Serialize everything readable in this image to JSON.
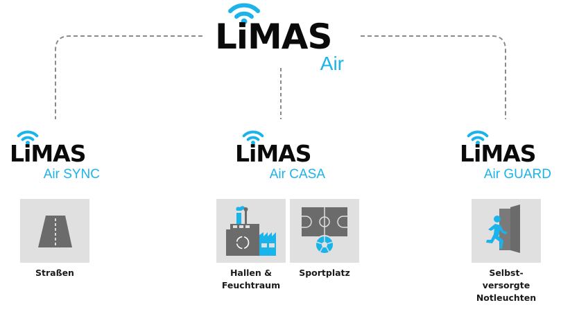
{
  "colors": {
    "accent": "#1ab3ea",
    "text": "#0a0a0a",
    "tile_bg": "#e1e0e0",
    "icon_grey": "#6b6b6b",
    "connector": "#8a8a8a"
  },
  "main_logo": {
    "brand": "LiMAS",
    "product": "Air",
    "icon": "wifi-icon"
  },
  "branches": [
    {
      "brand": "LiMAS",
      "product": "Air SYNC",
      "icon": "wifi-icon",
      "applications": [
        {
          "label": "Straßen",
          "icon": "road-icon"
        }
      ]
    },
    {
      "brand": "LiMAS",
      "product": "Air CASA",
      "icon": "wifi-icon",
      "applications": [
        {
          "label": "Hallen & Feuchtraum",
          "lines": [
            "Hallen &",
            "Feuchtraum"
          ],
          "icon": "factory-icon"
        },
        {
          "label": "Sportplatz",
          "icon": "sports-field-icon"
        }
      ]
    },
    {
      "brand": "LiMAS",
      "product": "Air GUARD",
      "icon": "wifi-icon",
      "applications": [
        {
          "label": "Selbst-versorgte Notleuchten",
          "lines": [
            "Selbst-",
            "versorgte",
            "Notleuchten"
          ],
          "icon": "emergency-exit-icon"
        }
      ]
    }
  ]
}
